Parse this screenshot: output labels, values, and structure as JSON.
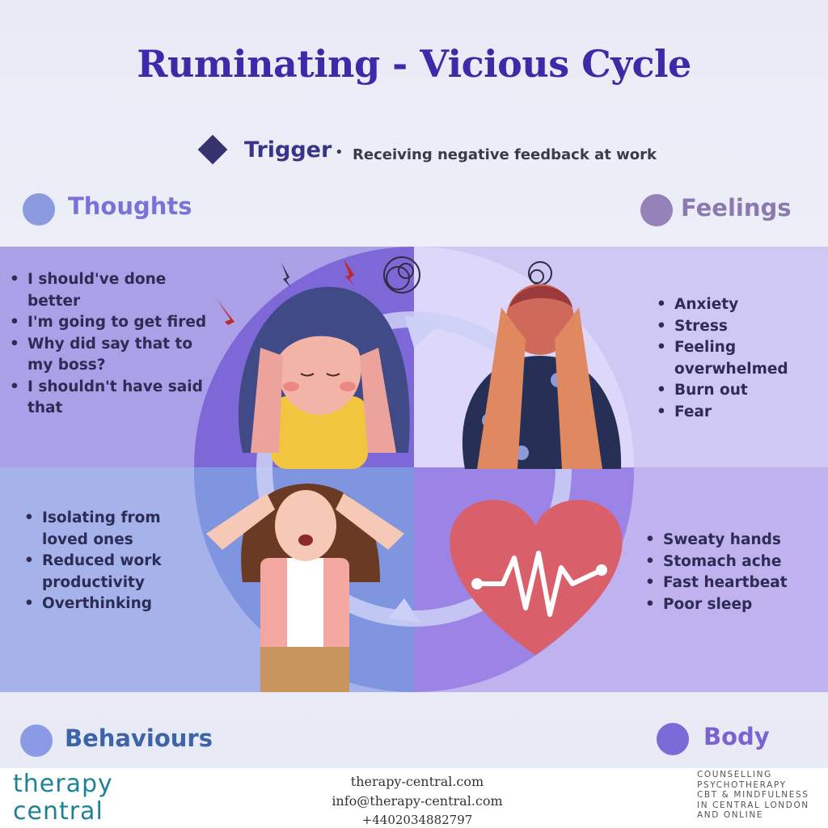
{
  "title": "Ruminating - Vicious Cycle",
  "trigger": {
    "label": "Trigger",
    "bullet": "•",
    "text": "Receiving negative feedback at work"
  },
  "sections": {
    "thoughts": {
      "label": "Thoughts",
      "items": [
        "I should've done better",
        "I'm going to get fired",
        "Why did say that to my boss?",
        "I shouldn't have said that"
      ]
    },
    "feelings": {
      "label": "Feelings",
      "items": [
        "Anxiety",
        "Stress",
        "Feeling overwhelmed",
        "Burn out",
        "Fear"
      ]
    },
    "behaviours": {
      "label": "Behaviours",
      "items": [
        "Isolating from loved ones",
        "Reduced work productivity",
        "Overthinking"
      ]
    },
    "body": {
      "label": "Body",
      "items": [
        "Sweaty hands",
        "Stomach ache",
        "Fast heartbeat",
        "Poor sleep"
      ]
    }
  },
  "footer": {
    "logo_line1": "therapy",
    "logo_line2": "central",
    "website": "therapy-central.com",
    "email": "info@therapy-central.com",
    "phone": "+4402034882797",
    "services": [
      "COUNSELLING",
      "PSYCHOTHERAPY",
      "CBT & MINDFULNESS",
      "IN CENTRAL LONDON",
      "AND ONLINE"
    ]
  },
  "colors": {
    "title": "#3d2aa8",
    "thoughts_panel": "#a9a0e8",
    "feelings_panel": "#cfc8f4",
    "behaviours_panel": "#a6b2ea",
    "body_panel": "#bfb2ee",
    "heart": "#d9606a",
    "logo": "#1e8296"
  },
  "icons": [
    "diamond-icon",
    "circle-icon",
    "heart-pulse-icon",
    "stressed-woman-icon",
    "head-in-hands-man-icon",
    "screaming-woman-icon",
    "scribble-icon",
    "lightning-icon"
  ]
}
